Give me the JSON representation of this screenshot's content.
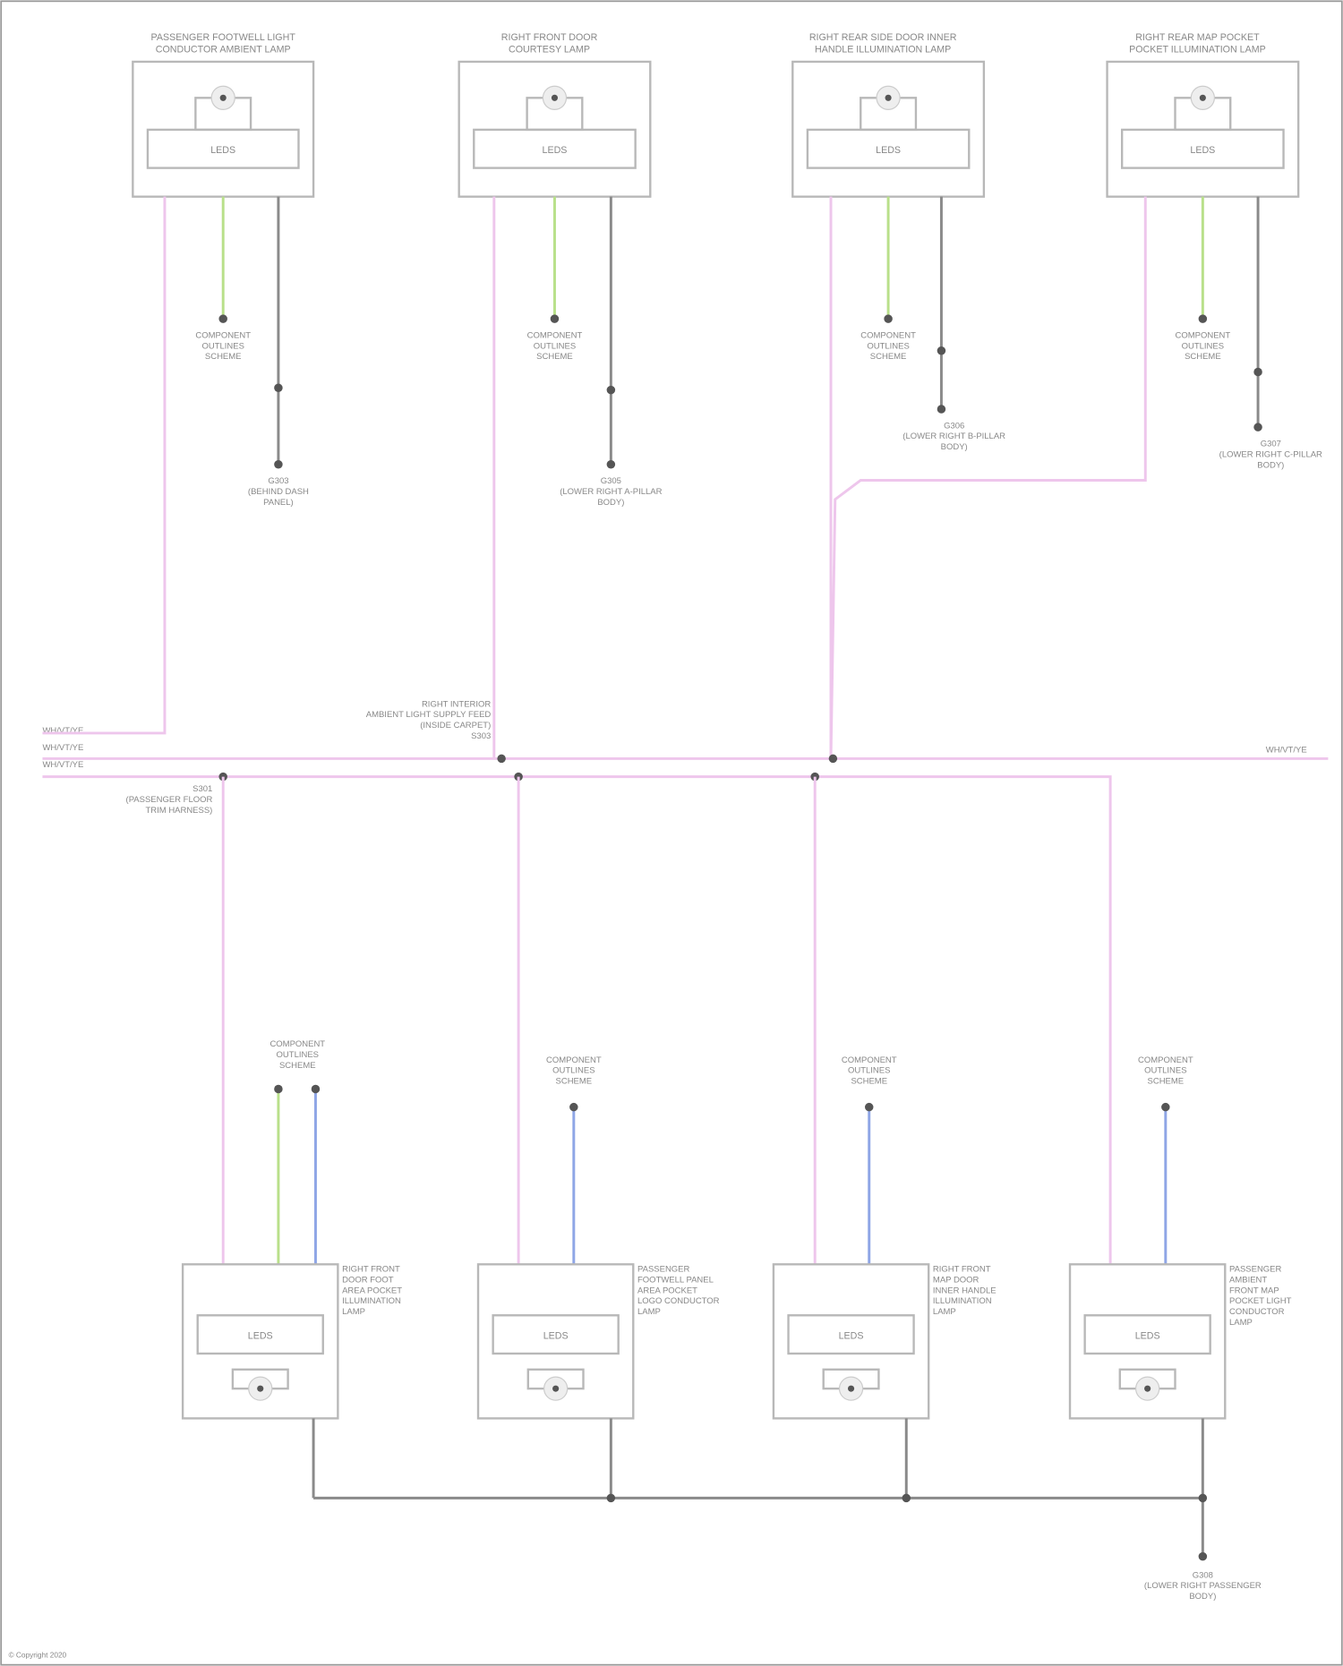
{
  "colors": {
    "pink": "#eec6ec",
    "gray": "#8a8a8a",
    "green": "#b9e08a",
    "blue": "#8fa6e6",
    "box": "#b8b8b8",
    "splice": "#555555"
  },
  "top_components": [
    {
      "title": [
        "PASSENGER FOOTWELL LIGHT",
        "CONDUCTOR AMBIENT LAMP"
      ],
      "module": "LEDS",
      "ground": [
        "G303",
        "(BEHIND DASH",
        "PANEL)"
      ]
    },
    {
      "title": [
        "RIGHT FRONT DOOR",
        "COURTESY LAMP"
      ],
      "module": "LEDS",
      "ground": [
        "G305",
        "(LOWER RIGHT A-PILLAR",
        "BODY)"
      ]
    },
    {
      "title": [
        "RIGHT REAR SIDE DOOR INNER",
        "HANDLE ILLUMINATION LAMP"
      ],
      "module": "LEDS",
      "ground": [
        "G306",
        "(LOWER RIGHT B-PILLAR",
        "BODY)"
      ]
    },
    {
      "title": [
        "RIGHT REAR MAP POCKET",
        "POCKET ILLUMINATION LAMP"
      ],
      "module": "LEDS",
      "ground": [
        "G307",
        "(LOWER RIGHT C-PILLAR",
        "BODY)"
      ]
    }
  ],
  "ambient_source_label": [
    "COMPONENT",
    "OUTLINES",
    "SCHEME"
  ],
  "bottom_components": [
    {
      "title": [
        "RIGHT FRONT",
        "DOOR FOOT",
        "AREA POCKET",
        "ILLUMINATION",
        "LAMP"
      ],
      "module": "LEDS"
    },
    {
      "title": [
        "PASSENGER",
        "FOOTWELL PANEL",
        "AREA POCKET",
        "LOGO CONDUCTOR",
        "LAMP"
      ],
      "module": "LEDS"
    },
    {
      "title": [
        "RIGHT FRONT",
        "MAP DOOR",
        "INNER HANDLE",
        "ILLUMINATION",
        "LAMP"
      ],
      "module": "LEDS"
    },
    {
      "title": [
        "PASSENGER",
        "AMBIENT",
        "FRONT MAP",
        "POCKET LIGHT",
        "CONDUCTOR",
        "LAMP"
      ],
      "module": "LEDS"
    }
  ],
  "bus_labels": [
    "WH/VT/YE",
    "WH/VT/YE",
    "WH/VT/YE"
  ],
  "bus_right_label": "WH/VT/YE",
  "splice_labels": {
    "upper": [
      "RIGHT INTERIOR",
      "AMBIENT LIGHT SUPPLY FEED",
      "(INSIDE CARPET)",
      "S303"
    ],
    "lower": [
      "S301",
      "(PASSENGER FLOOR",
      "TRIM HARNESS)"
    ]
  },
  "bottom_ground": [
    "G308",
    "(LOWER RIGHT PASSENGER",
    "BODY)"
  ],
  "footer": "© Copyright 2020"
}
